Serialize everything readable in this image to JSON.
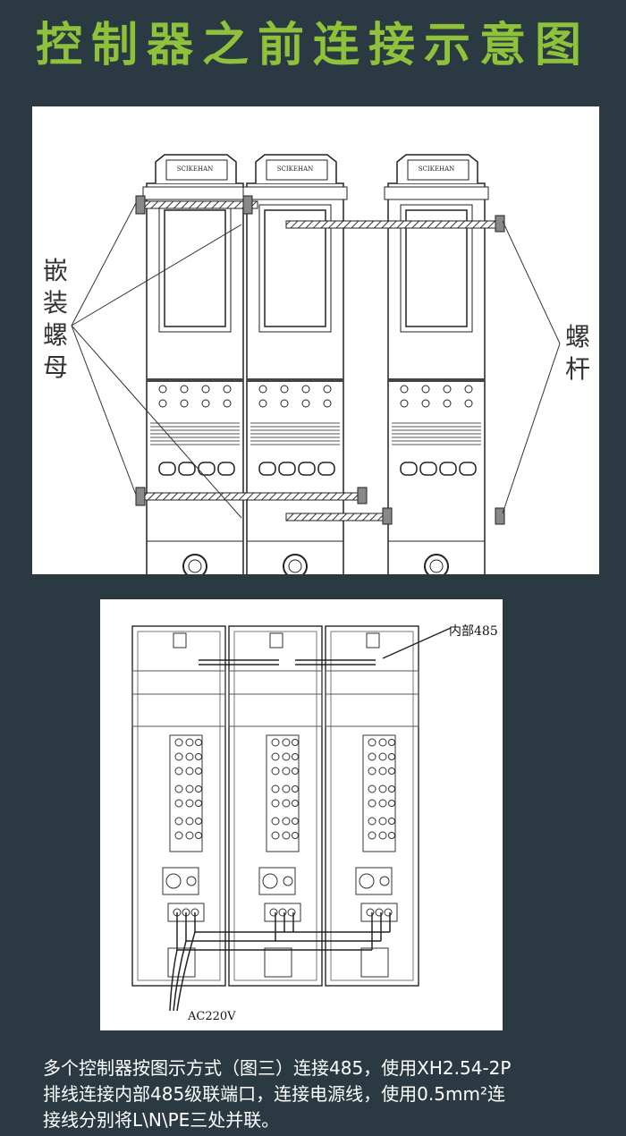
{
  "title": "控制器之前连接示意图",
  "top_diagram": {
    "brand": "SCIKEHAN",
    "left_label": "嵌装螺母",
    "right_label": "螺杆"
  },
  "bottom_diagram": {
    "internal_485_label": "内部485",
    "power_label": "AC220V"
  },
  "caption": {
    "line1": "多个控制器按图示方式（图三）连接485，使用XH2.54-2P",
    "line2": "排线连接内部485级联端口，连接电源线，使用0.5mm²连",
    "line3": "接线分别将L\\N\\PE三处并联。"
  },
  "colors": {
    "title": "#8fc23b",
    "background": "#2b3a42",
    "panel": "#ffffff"
  }
}
